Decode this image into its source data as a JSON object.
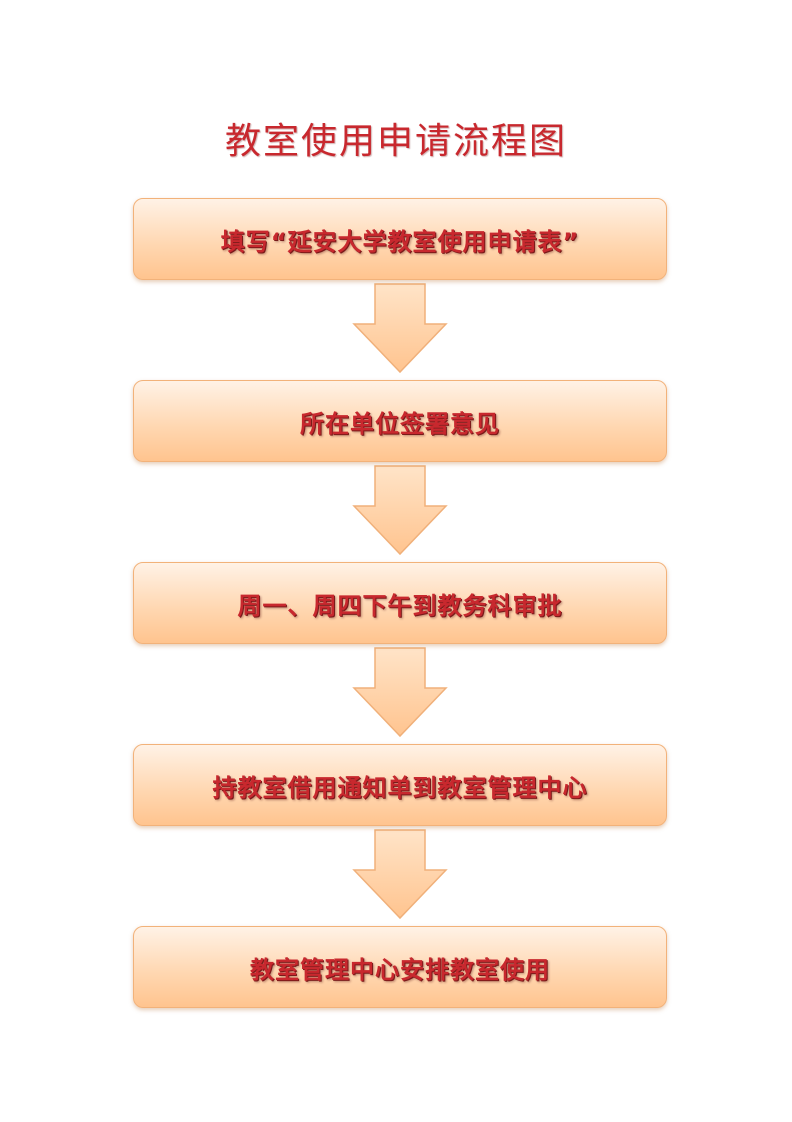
{
  "title": "教室使用申请流程图",
  "steps": [
    {
      "label": "填写“延安大学教室使用申请表”"
    },
    {
      "label": "所在单位签署意见"
    },
    {
      "label": "周一、周四下午到教务科审批"
    },
    {
      "label": "持教室借用通知单到教室管理中心"
    },
    {
      "label": "教室管理中心安排教室使用"
    }
  ],
  "colors": {
    "title_text": "#c8282e",
    "step_text": "#c8282e",
    "box_fill_top": "#fff2e6",
    "box_fill_bottom": "#ffc48f",
    "arrow_fill": "#ffd3a8",
    "arrow_stroke": "#f0b07a"
  }
}
